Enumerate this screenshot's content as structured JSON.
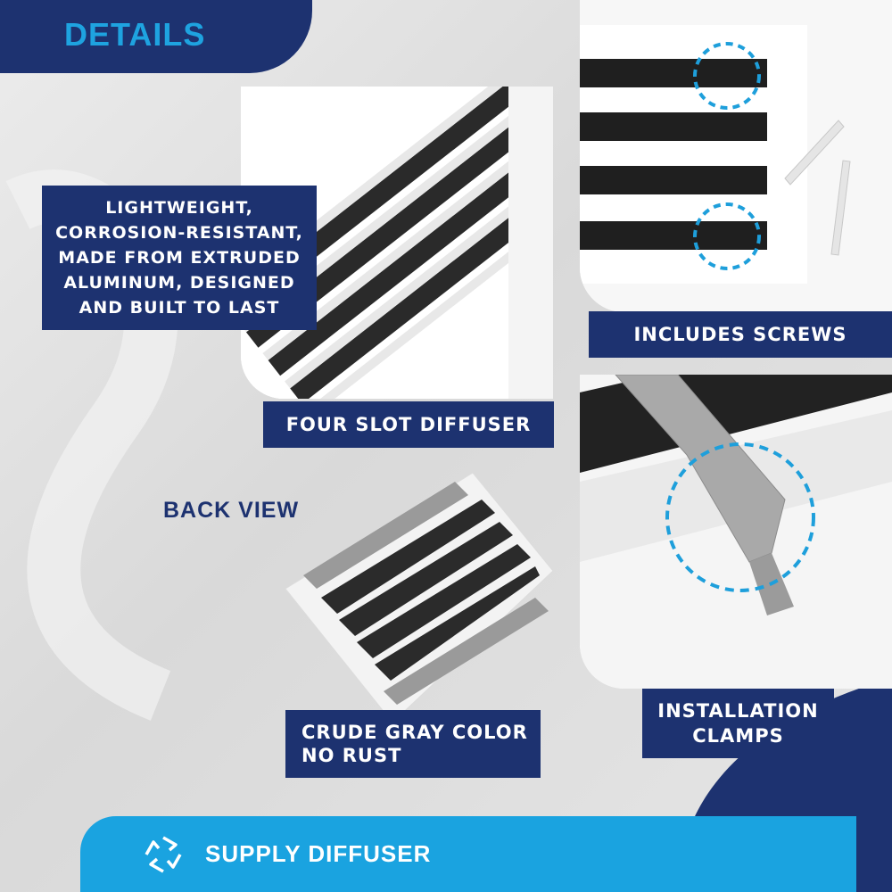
{
  "header": {
    "title": "DETAILS"
  },
  "labels": {
    "description": [
      "LIGHTWEIGHT,",
      "CORROSION-RESISTANT,",
      "MADE FROM EXTRUDED",
      "ALUMINUM, DESIGNED",
      "AND BUILT TO LAST"
    ],
    "four_slot": "FOUR SLOT DIFFUSER",
    "screws": "INCLUDES SCREWS",
    "back_view": "BACK VIEW",
    "crude": [
      "CRUDE GRAY COLOR",
      "NO RUST"
    ],
    "clamps": [
      "INSTALLATION",
      "CLAMPS"
    ]
  },
  "footer": {
    "title": "SUPPLY DIFFUSER",
    "icon": "shutter-logo-icon"
  },
  "colors": {
    "navy": "#1d3270",
    "accent": "#1e9fdb",
    "sky": "#1aa3e0"
  }
}
